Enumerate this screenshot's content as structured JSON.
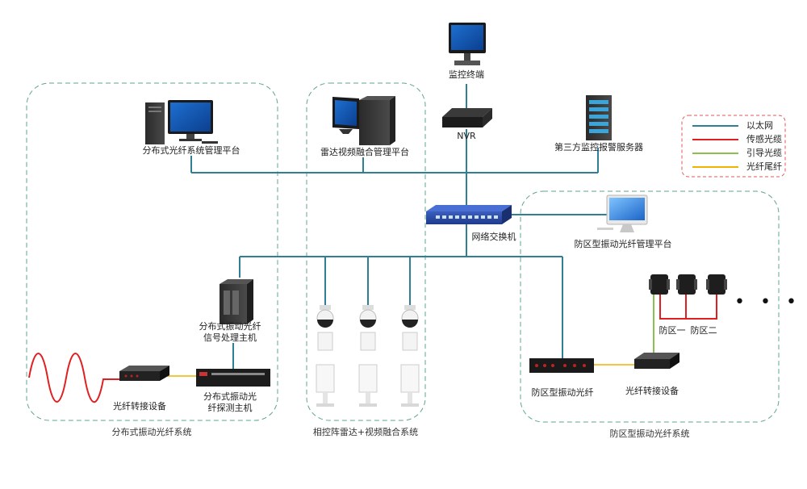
{
  "colors": {
    "ethernet": "#2f7f96",
    "sensing": "#e02020",
    "lead": "#8cc04e",
    "pigtail": "#f0b400",
    "group_border": "#5fa58e",
    "legend_border": "#e05a5a"
  },
  "legend": [
    {
      "label": "以太网",
      "color_key": "ethernet"
    },
    {
      "label": "传感光缆",
      "color_key": "sensing"
    },
    {
      "label": "引导光缆",
      "color_key": "lead"
    },
    {
      "label": "光纤尾纤",
      "color_key": "pigtail"
    }
  ],
  "nodes": {
    "monitor_terminal": "监控终端",
    "nvr": "NVR",
    "third_party_server": "第三方监控报警服务器",
    "dist_platform": "分布式光纤系统管理平台",
    "radar_platform": "雷达视频融合管理平台",
    "network_switch": "网络交换机",
    "zone_platform": "防区型振动光纤管理平台",
    "dist_host_line1": "分布式振动光纤",
    "dist_host_line2": "信号处理主机",
    "fiber_adapter_left": "光纤转接设备",
    "probe_host_line1": "分布式振动光",
    "probe_host_line2": "纤探测主机",
    "zone_fiber": "防区型振动光纤",
    "fiber_adapter_right": "光纤转接设备",
    "zone1": "防区一",
    "zone2": "防区二",
    "ellipsis": "• • •"
  },
  "groups": {
    "distributed": "分布式振动光纤系统",
    "radar": "相控阵雷达+视频融合系统",
    "zone": "防区型振动光纤系统"
  }
}
